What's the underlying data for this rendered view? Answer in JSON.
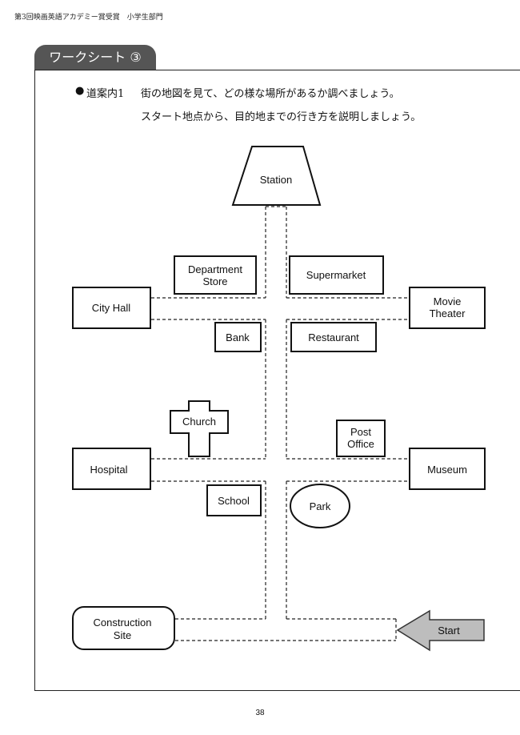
{
  "header": {
    "text": "第3回映画英語アカデミー賞受賞　小学生部門"
  },
  "tab": {
    "label": "ワークシート ③"
  },
  "instructions": {
    "bullet": "●",
    "title": "道案内1",
    "line1": "街の地図を見て、どの様な場所があるか調べましょう。",
    "line2": "スタート地点から、目的地までの行き方を説明しましょう。"
  },
  "map": {
    "station": "Station",
    "department_store": [
      "Department",
      "Store"
    ],
    "supermarket": "Supermarket",
    "city_hall": "City Hall",
    "movie_theater": [
      "Movie",
      "Theater"
    ],
    "bank": "Bank",
    "restaurant": "Restaurant",
    "church": "Church",
    "post_office": [
      "Post",
      "Office"
    ],
    "hospital": "Hospital",
    "museum": "Museum",
    "school": "School",
    "park": "Park",
    "construction_site": [
      "Construction",
      "Site"
    ],
    "start": "Start"
  },
  "footer": {
    "page_number": "38"
  }
}
